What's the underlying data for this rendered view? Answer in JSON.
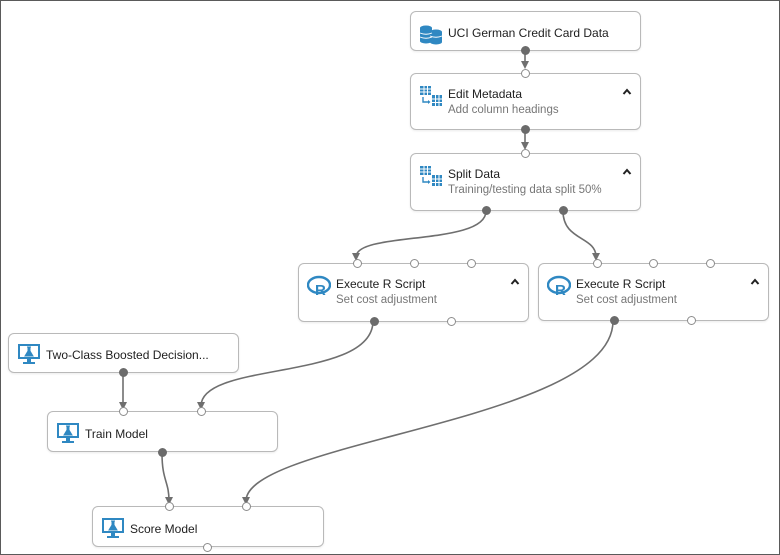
{
  "canvas": {
    "wire_color": "#6f6f6f",
    "icon_color": "#2f88c2"
  },
  "nodes": {
    "dataset": {
      "title": "UCI German Credit Card Data",
      "icon": "database-icon"
    },
    "edit_metadata": {
      "title": "Edit Metadata",
      "subtitle": "Add column headings",
      "icon": "table-transform-icon"
    },
    "split_data": {
      "title": "Split Data",
      "subtitle": "Training/testing data split 50%",
      "icon": "table-transform-icon"
    },
    "r_script_left": {
      "title": "Execute R Script",
      "subtitle": "Set cost adjustment",
      "icon": "r-language-icon"
    },
    "r_script_right": {
      "title": "Execute R Script",
      "subtitle": "Set cost adjustment",
      "icon": "r-language-icon"
    },
    "boosted_tree": {
      "title": "Two-Class Boosted Decision...",
      "icon": "flask-monitor-icon"
    },
    "train_model": {
      "title": "Train Model",
      "icon": "flask-monitor-icon"
    },
    "score_model": {
      "title": "Score Model",
      "icon": "flask-monitor-icon"
    }
  }
}
